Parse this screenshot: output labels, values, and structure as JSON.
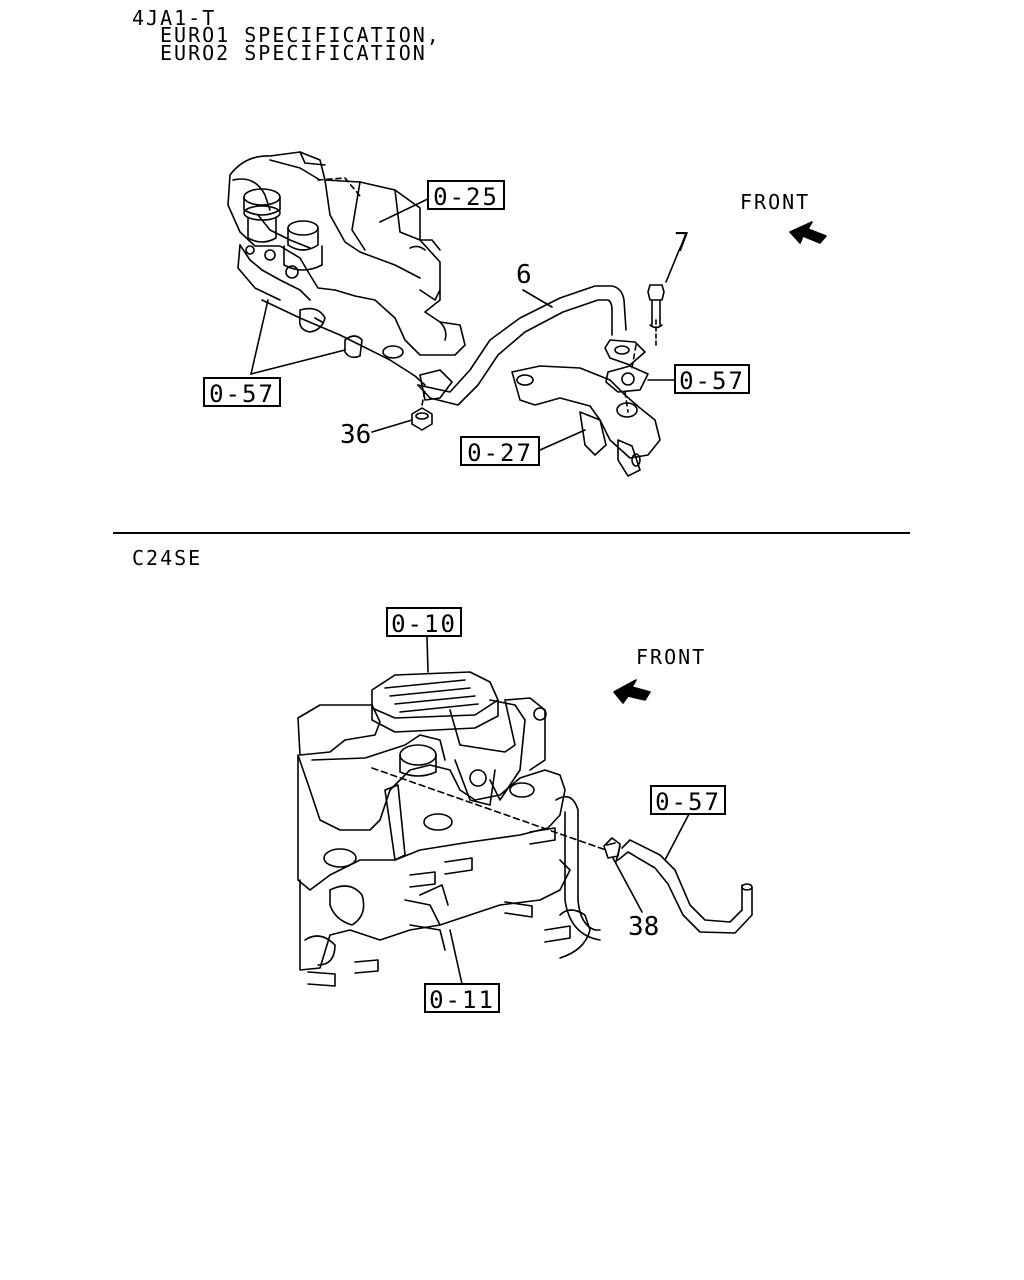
{
  "top_section": {
    "model": "4JA1-T",
    "spec_lines": [
      "EURO1 SPECIFICATION,",
      "EURO2 SPECIFICATION"
    ],
    "front_label": "FRONT",
    "refs": {
      "r0_25": "0-25",
      "r0_57_left": "0-57",
      "r0_57_right": "0-57",
      "r0_27": "0-27"
    },
    "parts": {
      "p6": "6",
      "p7": "7",
      "p36": "36"
    }
  },
  "bottom_section": {
    "model": "C24SE",
    "front_label": "FRONT",
    "refs": {
      "r0_10": "0-10",
      "r0_57": "0-57",
      "r0_11": "0-11"
    },
    "parts": {
      "p38": "38"
    }
  }
}
